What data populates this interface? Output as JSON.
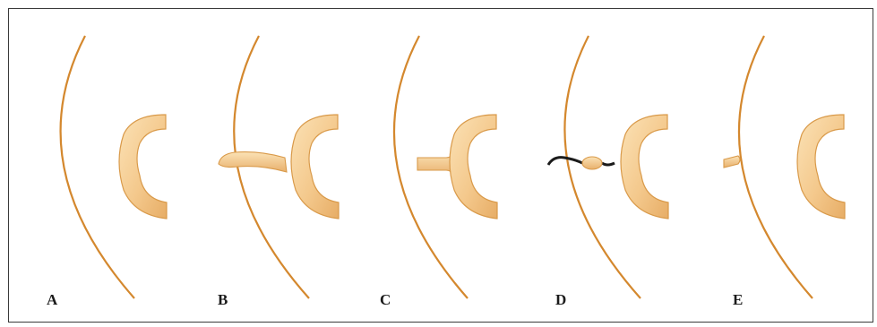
{
  "figure": {
    "panels": [
      {
        "label": "A",
        "stage": "normal"
      },
      {
        "label": "B",
        "stage": "persistent-duct"
      },
      {
        "label": "C",
        "stage": "inner-segment"
      },
      {
        "label": "D",
        "stage": "cyst"
      },
      {
        "label": "E",
        "stage": "outer-remnant"
      }
    ]
  },
  "colors": {
    "arc": "#d4882e",
    "crescent_fill": "#f4cc92",
    "crescent_stroke": "#d99a4a",
    "cord": "#1b1b1b",
    "frame": "#3a3a3a"
  }
}
